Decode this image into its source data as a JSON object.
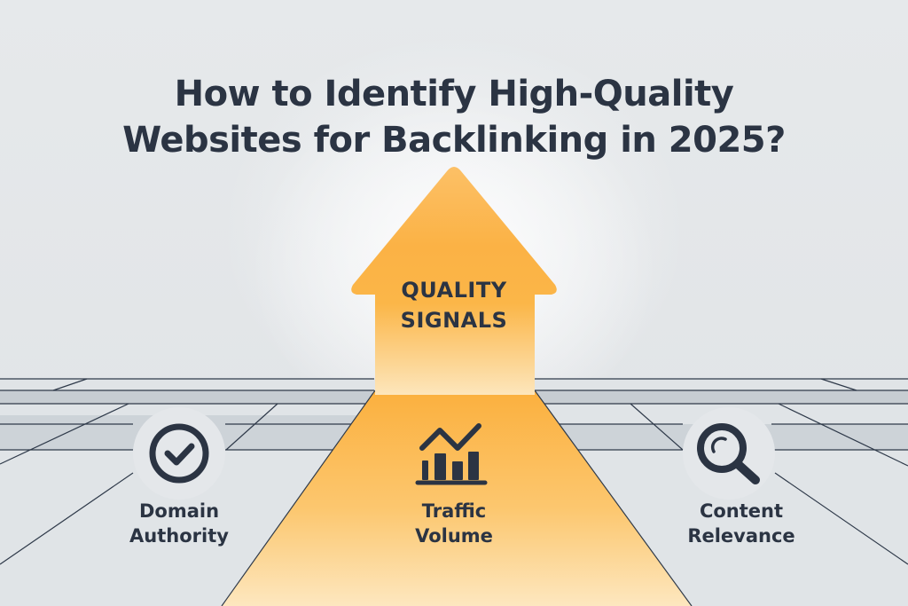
{
  "title": {
    "line1": "How to Identify High-Quality",
    "line2": "Websites for Backlinking in 2025?"
  },
  "arrow": {
    "label_line1": "QUALITY",
    "label_line2": "SIGNALS",
    "color_top": "#fbb040",
    "color_bottom": "#fde5b8"
  },
  "features": [
    {
      "icon": "check-circle-icon",
      "label_line1": "Domain",
      "label_line2": "Authority"
    },
    {
      "icon": "bar-chart-trend-icon",
      "label_line1": "Traffic",
      "label_line2": "Volume"
    },
    {
      "icon": "magnifying-glass-icon",
      "label_line1": "Content",
      "label_line2": "Relevance"
    }
  ],
  "colors": {
    "text_dark": "#2b3443",
    "background": "#e3e6e9",
    "floor_band": "#c9cfd4",
    "accent_orange": "#fbb040"
  }
}
